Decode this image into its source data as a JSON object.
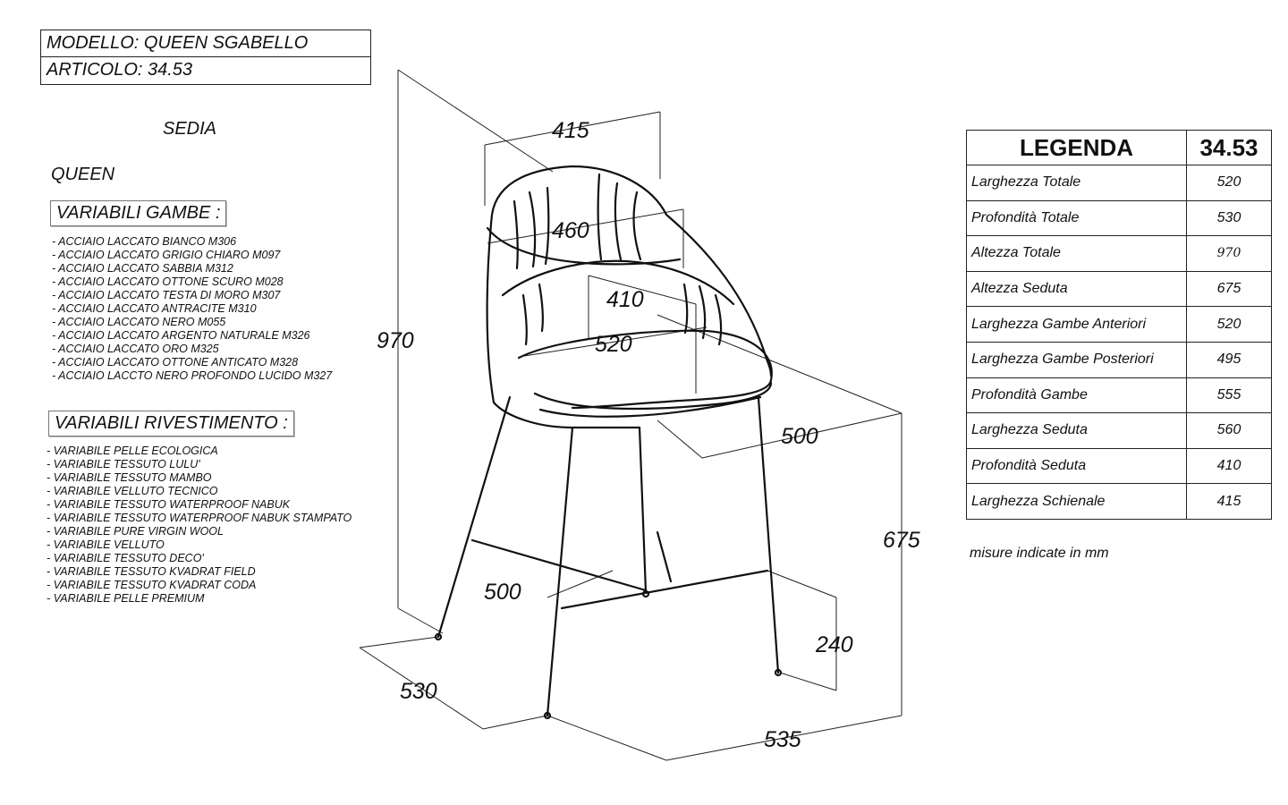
{
  "header": {
    "modello": "MODELLO: QUEEN SGABELLO",
    "articolo": "ARTICOLO: 34.53"
  },
  "labels": {
    "sedia": "SEDIA",
    "queen": "QUEEN"
  },
  "gambe": {
    "title": "VARIABILI GAMBE :",
    "items": [
      "- ACCIAIO LACCATO BIANCO M306",
      "- ACCIAIO LACCATO GRIGIO CHIARO M097",
      "- ACCIAIO LACCATO SABBIA M312",
      "- ACCIAIO LACCATO OTTONE SCURO M028",
      "- ACCIAIO LACCATO TESTA DI MORO M307",
      "- ACCIAIO LACCATO ANTRACITE M310",
      "- ACCIAIO LACCATO NERO M055",
      "- ACCIAIO LACCATO ARGENTO NATURALE M326",
      "- ACCIAIO LACCATO ORO M325",
      "- ACCIAIO LACCATO OTTONE ANTICATO M328",
      "- ACCIAIO LACCTO NERO PROFONDO LUCIDO M327"
    ]
  },
  "rivestimento": {
    "title": "VARIABILI RIVESTIMENTO :",
    "items": [
      "- VARIABILE PELLE ECOLOGICA",
      "- VARIABILE TESSUTO LULU'",
      "- VARIABILE TESSUTO MAMBO",
      "- VARIABILE VELLUTO TECNICO",
      "- VARIABILE  TESSUTO WATERPROOF NABUK",
      "- VARIABILE  TESSUTO WATERPROOF NABUK STAMPATO",
      "- VARIABILE  PURE VIRGIN WOOL",
      "- VARIABILE  VELLUTO",
      "- VARIABILE TESSUTO DECO'",
      "- VARIABILE TESSUTO KVADRAT FIELD",
      "- VARIABILE TESSUTO KVADRAT CODA",
      "- VARIABILE PELLE PREMIUM"
    ]
  },
  "dimensions": {
    "d415": "415",
    "d460": "460",
    "d410": "410",
    "d520": "520",
    "d970": "970",
    "d500_seat": "500",
    "d675": "675",
    "d500_foot": "500",
    "d240": "240",
    "d530": "530",
    "d535": "535"
  },
  "legend": {
    "title": "LEGENDA",
    "code": "34.53",
    "rows": [
      {
        "label": "Larghezza Totale",
        "value": "520"
      },
      {
        "label": "Profondità Totale",
        "value": "530"
      },
      {
        "label": "Altezza Totale",
        "value": "970"
      },
      {
        "label": "Altezza Seduta",
        "value": "675"
      },
      {
        "label": "Larghezza Gambe Anteriori",
        "value": "520"
      },
      {
        "label": "Larghezza Gambe Posteriori",
        "value": "495"
      },
      {
        "label": "Profondità Gambe",
        "value": "555"
      },
      {
        "label": "Larghezza Seduta",
        "value": "560"
      },
      {
        "label": "Profondità Seduta",
        "value": "410"
      },
      {
        "label": "Larghezza Schienale",
        "value": "415"
      }
    ]
  },
  "note": "misure indicate in mm"
}
